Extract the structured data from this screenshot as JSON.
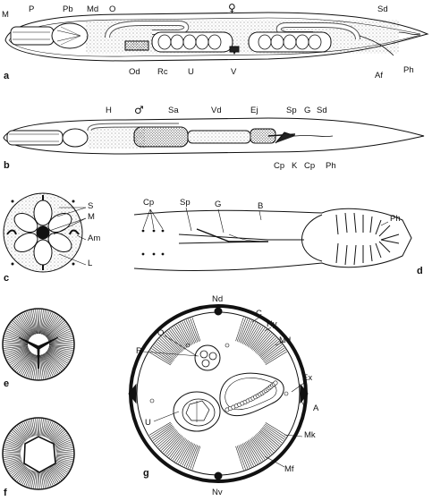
{
  "figure": {
    "panels": {
      "a": {
        "letter": "a",
        "sex_symbol": "♀",
        "labels": {
          "M": "M",
          "P": "P",
          "Pb": "Pb",
          "Md": "Md",
          "O": "O",
          "Sd": "Sd",
          "Od": "Od",
          "Rc": "Rc",
          "U": "U",
          "V": "V",
          "Af": "Af",
          "Ph": "Ph"
        }
      },
      "b": {
        "letter": "b",
        "sex_symbol": "♂",
        "labels": {
          "H": "H",
          "Sa": "Sa",
          "Vd": "Vd",
          "Ej": "Ej",
          "Sp": "Sp",
          "G": "G",
          "Sd": "Sd",
          "Cp1": "Cp",
          "K": "K",
          "Cp2": "Cp",
          "Ph": "Ph"
        }
      },
      "c": {
        "letter": "c",
        "labels": {
          "S": "S",
          "M": "M",
          "Am": "Am",
          "L": "L"
        }
      },
      "d": {
        "letter": "d",
        "labels": {
          "Cp": "Cp",
          "Sp": "Sp",
          "G": "G",
          "B": "B",
          "Ph": "Ph"
        }
      },
      "e": {
        "letter": "e"
      },
      "f": {
        "letter": "f"
      },
      "g": {
        "letter": "g",
        "labels": {
          "Nd": "Nd",
          "C": "C",
          "Hy": "Hy",
          "Md": "Md",
          "O": "O",
          "R": "R",
          "Ex": "Ex",
          "A": "A",
          "U": "U",
          "Mk": "Mk",
          "Mf": "Mf",
          "Nv": "Nv"
        }
      }
    }
  }
}
